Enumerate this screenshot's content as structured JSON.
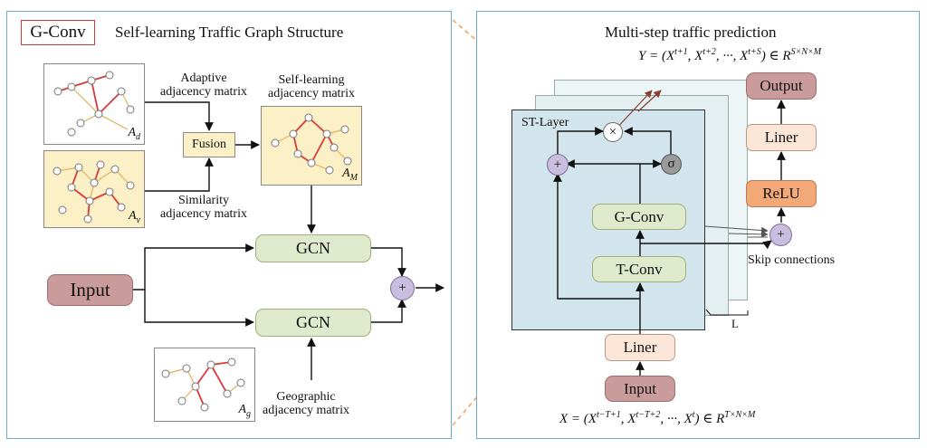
{
  "left_panel": {
    "tag": "G-Conv",
    "title": "Self-learning Traffic Graph Structure",
    "adaptive_label_1": "Adaptive",
    "adaptive_label_2": "adjacency matrix",
    "similarity_label_1": "Similarity",
    "similarity_label_2": "adjacency matrix",
    "self_learning_label_1": "Self-learning",
    "self_learning_label_2": "adjacency matrix",
    "geographic_label_1": "Geographic",
    "geographic_label_2": "adjacency matrix",
    "fusion": "Fusion",
    "gcn_top": "GCN",
    "gcn_bottom": "GCN",
    "input": "Input",
    "plus": "+",
    "graph_ad": {
      "base": "A",
      "sub": "d"
    },
    "graph_av": {
      "base": "A",
      "sub": "v"
    },
    "graph_am": {
      "base": "A",
      "sub": "M"
    },
    "graph_ag": {
      "base": "A",
      "sub": "g"
    }
  },
  "right_panel": {
    "title": "Multi-step traffic prediction",
    "output_eq": "Y = (X^{t+1}, X^{t+2}, ···, X^{t+S}) ∈ R^{S×N×M}",
    "input_eq": "X = (X^{t−T+1}, X^{t−T+2}, ···, X^{t}) ∈ R^{T×N×M}",
    "st_layer": "ST-Layer",
    "gconv": "G-Conv",
    "tconv": "T-Conv",
    "liner_bottom": "Liner",
    "input": "Input",
    "output": "Output",
    "liner_top": "Liner",
    "relu": "ReLU",
    "skip": "Skip connections",
    "L": "L",
    "times": "×",
    "sigma": "σ",
    "plus": "+"
  }
}
